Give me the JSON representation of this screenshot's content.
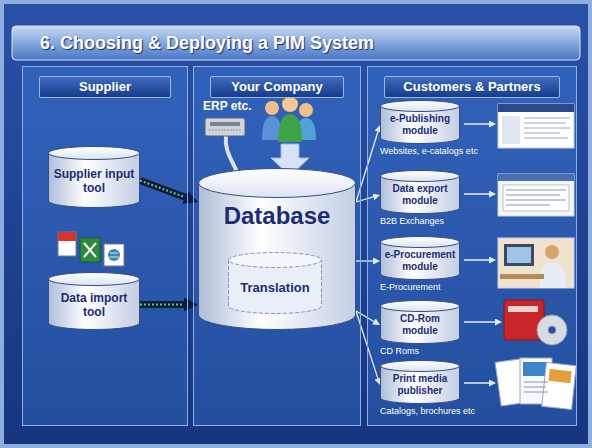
{
  "diagram": {
    "title": "6. Choosing & Deploying a PIM System",
    "nodes": [
      {
        "text": [
          "Supplier"
        ]
      },
      {
        "text": [
          "Supplier input tool"
        ],
        "in": 0
      },
      {
        "text": [
          "Data import tool"
        ],
        "in": 0
      },
      {
        "text": [
          "Your Company"
        ]
      },
      {
        "text": [
          "Database"
        ],
        "in": 3
      },
      {
        "text": [
          "Translation"
        ],
        "in": 4
      },
      {
        "text": [
          "Customers & Partners"
        ]
      },
      {
        "text": [
          "e-Publishing module",
          "Websites, e-catalogs etc"
        ],
        "in": 6
      },
      {
        "text": [
          "Data export module",
          "B2B Exchanges"
        ],
        "in": 6
      },
      {
        "text": [
          "e-Procurement module",
          "E-Procurement"
        ],
        "in": 6
      },
      {
        "text": [
          "CD-Rom module",
          "CD Roms"
        ],
        "in": 6
      },
      {
        "text": [
          "Print media publisher",
          "Catalogs, brochures etc"
        ],
        "in": 6
      }
    ],
    "edges": [
      {
        "from": 1,
        "to": 4,
        "arrow": "to"
      },
      {
        "from": 2,
        "to": 4,
        "arrow": "to"
      },
      {
        "from": 4,
        "to": 7,
        "arrow": "to"
      },
      {
        "from": 4,
        "to": 8,
        "arrow": "to"
      },
      {
        "from": 4,
        "to": 9,
        "arrow": "to"
      },
      {
        "from": 4,
        "to": 10,
        "arrow": "to"
      },
      {
        "from": 4,
        "to": 11,
        "arrow": "to"
      }
    ],
    "labels": [
      "ERP etc."
    ]
  }
}
